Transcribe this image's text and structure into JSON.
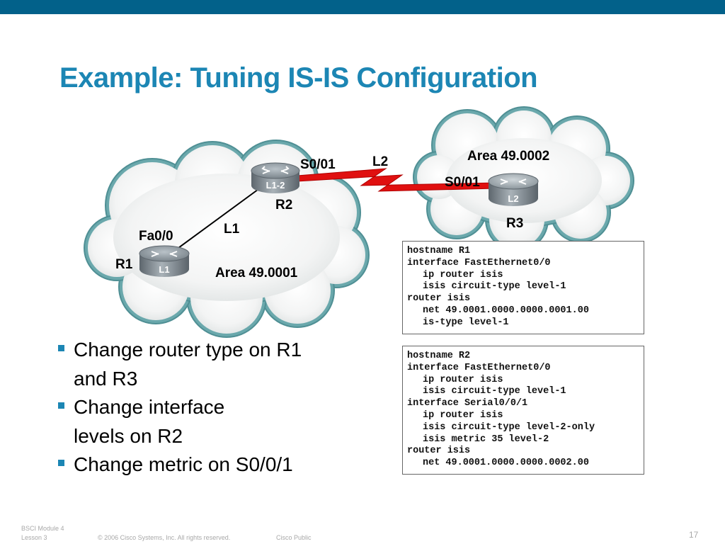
{
  "slide": {
    "title": "Example: Tuning IS-IS Configuration",
    "page_number": "17"
  },
  "diagram": {
    "area1_label": "Area 49.0001",
    "area2_label": "Area 49.0002",
    "routers": [
      {
        "name": "R1",
        "level": "L1"
      },
      {
        "name": "R2",
        "level": "L1-2"
      },
      {
        "name": "R3",
        "level": "L2"
      }
    ],
    "interfaces": {
      "r1_fa": "Fa0/0",
      "r2_serial": "S0/01",
      "r3_serial": "S0/01"
    },
    "links": {
      "l1": "L1",
      "l2": "L2"
    },
    "colors": {
      "cloud_edge": "#6aa8ac",
      "router_body": "#8a949c",
      "serial_link": "#e01010",
      "accent": "#1c86b4",
      "top_bar": "#02618a"
    }
  },
  "config_r1": [
    {
      "text": "hostname R1",
      "indent": 0
    },
    {
      "text": "interface FastEthernet0/0",
      "indent": 0
    },
    {
      "text": "ip router isis",
      "indent": 1
    },
    {
      "text": "isis circuit-type level-1",
      "indent": 1
    },
    {
      "text": "router isis",
      "indent": 0
    },
    {
      "text": "net 49.0001.0000.0000.0001.00",
      "indent": 1
    },
    {
      "text": "is-type level-1",
      "indent": 1
    }
  ],
  "config_r2": [
    {
      "text": "hostname R2",
      "indent": 0
    },
    {
      "text": "interface FastEthernet0/0",
      "indent": 0
    },
    {
      "text": "ip router isis",
      "indent": 1
    },
    {
      "text": "isis circuit-type level-1",
      "indent": 1
    },
    {
      "text": "interface Serial0/0/1",
      "indent": 0
    },
    {
      "text": "ip router isis",
      "indent": 1
    },
    {
      "text": "isis circuit-type level-2-only",
      "indent": 1
    },
    {
      "text": "isis metric 35 level-2",
      "indent": 1
    },
    {
      "text": "router isis",
      "indent": 0
    },
    {
      "text": "net 49.0001.0000.0000.0002.00",
      "indent": 1
    }
  ],
  "bullets": [
    "Change router type on R1\nand R3",
    "Change interface\nlevels on R2",
    "Change metric on S0/0/1"
  ],
  "footer": {
    "module": "BSCI Module 4",
    "lesson": "Lesson 3",
    "copyright": "© 2006 Cisco Systems, Inc. All rights reserved.",
    "classification": "Cisco Public"
  }
}
